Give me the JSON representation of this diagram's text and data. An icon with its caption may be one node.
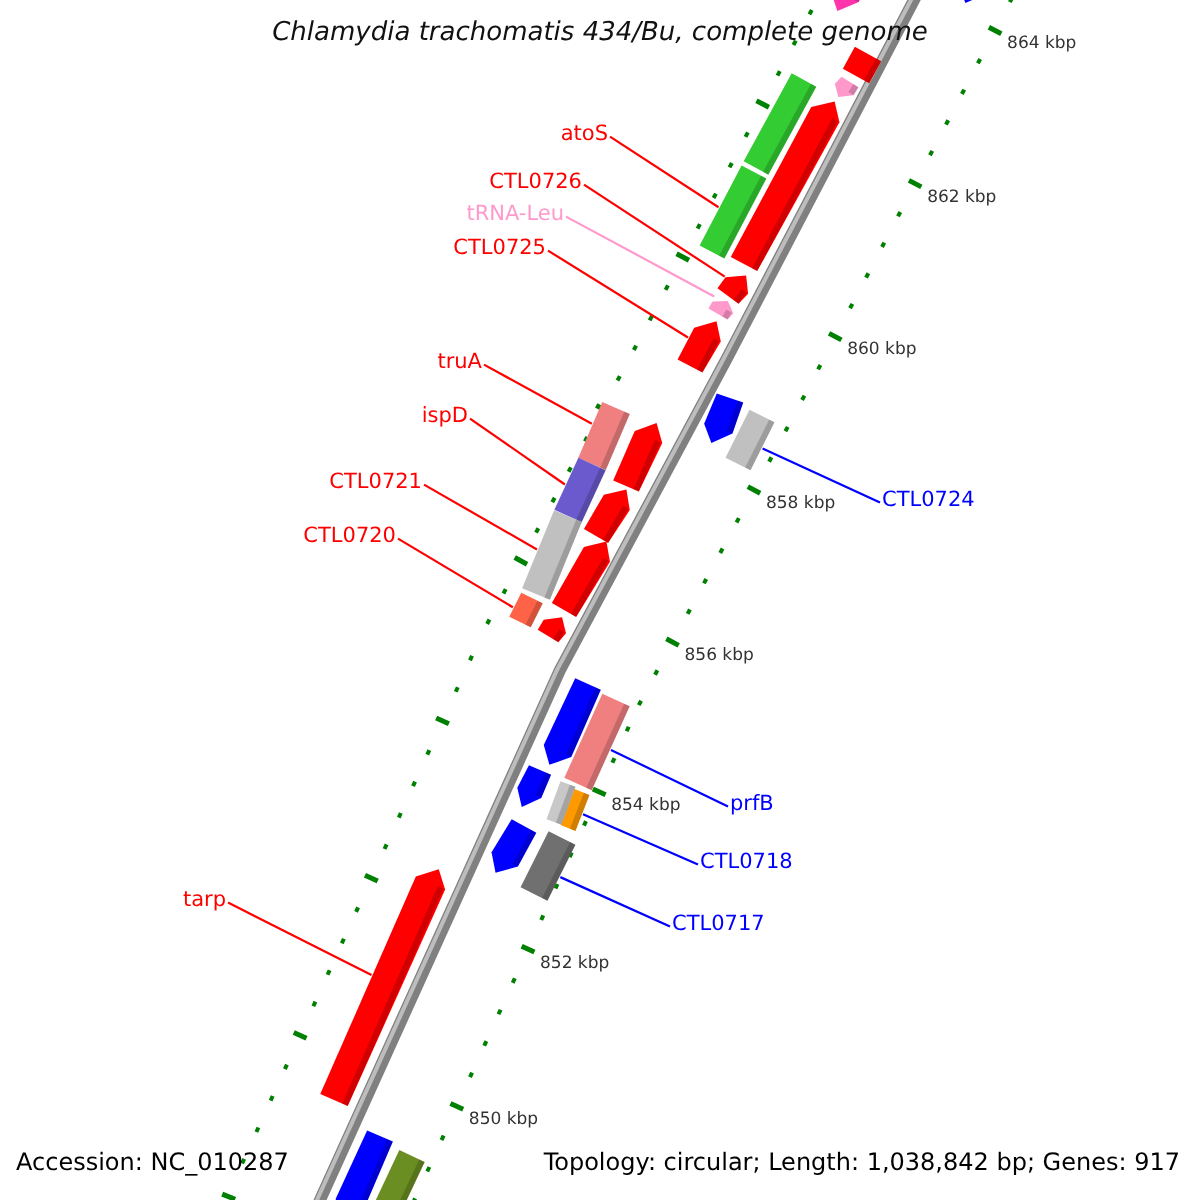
{
  "diagram": {
    "title": "Chlamydia trachomatis 434/Bu, complete genome",
    "nodes": [
      {
        "text": [
          "atoS"
        ]
      },
      {
        "text": [],
        "shape": "bar"
      },
      {
        "text": [
          "CTL0726"
        ]
      },
      {
        "text": [],
        "shape": "pentagon"
      },
      {
        "text": [
          "tRNA-Leu"
        ]
      },
      {
        "text": [],
        "shape": "pentagon"
      },
      {
        "text": [
          "CTL0725"
        ]
      },
      {
        "text": [],
        "shape": "pentagon"
      },
      {
        "text": [
          "truA"
        ]
      },
      {
        "text": [],
        "shape": "bar"
      },
      {
        "text": [
          "ispD"
        ]
      },
      {
        "text": [],
        "shape": "bar"
      },
      {
        "text": [
          "CTL0721"
        ]
      },
      {
        "text": [],
        "shape": "bar"
      },
      {
        "text": [
          "CTL0720"
        ]
      },
      {
        "text": [],
        "shape": "bar"
      },
      {
        "text": [
          "CTL0724"
        ]
      },
      {
        "text": [],
        "shape": "bar"
      },
      {
        "text": [
          "prfB"
        ]
      },
      {
        "text": [],
        "shape": "bar"
      },
      {
        "text": [
          "CTL0718"
        ]
      },
      {
        "text": [],
        "shape": "bar"
      },
      {
        "text": [
          "CTL0717"
        ]
      },
      {
        "text": [],
        "shape": "bar"
      },
      {
        "text": [
          "tarp"
        ]
      },
      {
        "text": [],
        "shape": "pentagon"
      },
      {
        "text": [],
        "shape": "pentagon"
      },
      {
        "text": [],
        "shape": "pentagon"
      },
      {
        "text": [],
        "shape": "bar"
      },
      {
        "text": [],
        "shape": "pentagon"
      },
      {
        "text": [],
        "shape": "bar"
      },
      {
        "text": [],
        "shape": "pentagon"
      },
      {
        "text": [],
        "shape": "pentagon"
      },
      {
        "text": [],
        "shape": "pentagon"
      },
      {
        "text": [],
        "shape": "pentagon"
      },
      {
        "text": [],
        "shape": "pentagon"
      },
      {
        "text": [],
        "shape": "pentagon"
      },
      {
        "text": [],
        "shape": "pentagon"
      },
      {
        "text": [],
        "shape": "pentagon"
      },
      {
        "text": [],
        "shape": "bar"
      },
      {
        "text": [],
        "shape": "pentagon"
      },
      {
        "text": [],
        "shape": "pentagon"
      },
      {
        "text": [],
        "shape": "bar"
      }
    ],
    "edges": [
      {
        "from": 0,
        "to": 1,
        "arrow": "none"
      },
      {
        "from": 2,
        "to": 3,
        "arrow": "none"
      },
      {
        "from": 4,
        "to": 5,
        "arrow": "none",
        "color": "#ff99cc"
      },
      {
        "from": 6,
        "to": 7,
        "arrow": "none"
      },
      {
        "from": 8,
        "to": 9,
        "arrow": "none"
      },
      {
        "from": 10,
        "to": 11,
        "arrow": "none"
      },
      {
        "from": 12,
        "to": 13,
        "arrow": "none"
      },
      {
        "from": 14,
        "to": 15,
        "arrow": "none"
      },
      {
        "from": 16,
        "to": 17,
        "arrow": "none",
        "color": "#0000ff"
      },
      {
        "from": 18,
        "to": 19,
        "arrow": "none",
        "color": "#0000ff"
      },
      {
        "from": 20,
        "to": 21,
        "arrow": "none",
        "color": "#0000ff"
      },
      {
        "from": 22,
        "to": 23,
        "arrow": "none",
        "color": "#0000ff"
      },
      {
        "from": 24,
        "to": 25,
        "arrow": "none"
      }
    ],
    "labels": [
      "864 kbp",
      "862 kbp",
      "860 kbp",
      "858 kbp",
      "856 kbp",
      "854 kbp",
      "852 kbp",
      "850 kbp",
      "Accession: NC_010287",
      "Topology: circular; Length: 1,038,842 bp; Genes: 917"
    ]
  }
}
